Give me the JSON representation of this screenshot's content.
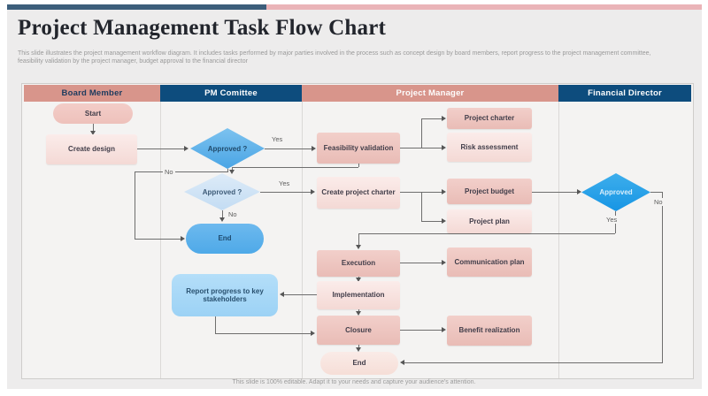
{
  "slide": {
    "title": "Project Management Task Flow Chart",
    "subtitle_line1": "This slide illustrates the project management workflow diagram. It includes tasks performed by major parties involved in the process such as concept design by board members, report progress to the project management committee,",
    "subtitle_line2": "feasibility validation by the project manager, budget approval to the financial director",
    "footer": "This slide is 100% editable. Adapt it to your needs and capture your audience's attention."
  },
  "lanes": [
    {
      "label": "Board Member"
    },
    {
      "label": "PM Comittee"
    },
    {
      "label": "Project Manager"
    },
    {
      "label": "Financial Director"
    }
  ],
  "nodes": {
    "start": "Start",
    "create_design": "Create design",
    "approved1": "Approved ?",
    "approved2": "Approved ?",
    "end_pm": "End",
    "report_progress": "Report progress to key stakeholders",
    "feasibility": "Feasibility validation",
    "create_charter": "Create project charter",
    "execution": "Execution",
    "implementation": "Implementation",
    "closure": "Closure",
    "end_bottom": "End",
    "project_charter": "Project charter",
    "risk_assessment": "Risk assessment",
    "project_budget": "Project budget",
    "project_plan": "Project plan",
    "communication_plan": "Communication plan",
    "benefit_realization": "Benefit realization",
    "approved3": "Approved"
  },
  "flow_labels": {
    "yes1": "Yes",
    "no1": "No",
    "yes2": "Yes",
    "no2": "No",
    "yes3": "Yes",
    "no3": "No"
  },
  "colors": {
    "header_salmon": "#d8958b",
    "header_navy": "#0d4c7d",
    "bar_blue": "#3c5e7b",
    "bar_pink": "#eab4b8",
    "diamond_blue": "#55aee8",
    "diamond_pale_blue": "#cfe3f6",
    "diamond_bright_blue": "#1d9ce8",
    "end_pill_blue": "#57aeea",
    "report_box_blue": "#a6d8f7",
    "box_salmon": "#edc3bd",
    "box_pink": "#f8e3e0"
  }
}
